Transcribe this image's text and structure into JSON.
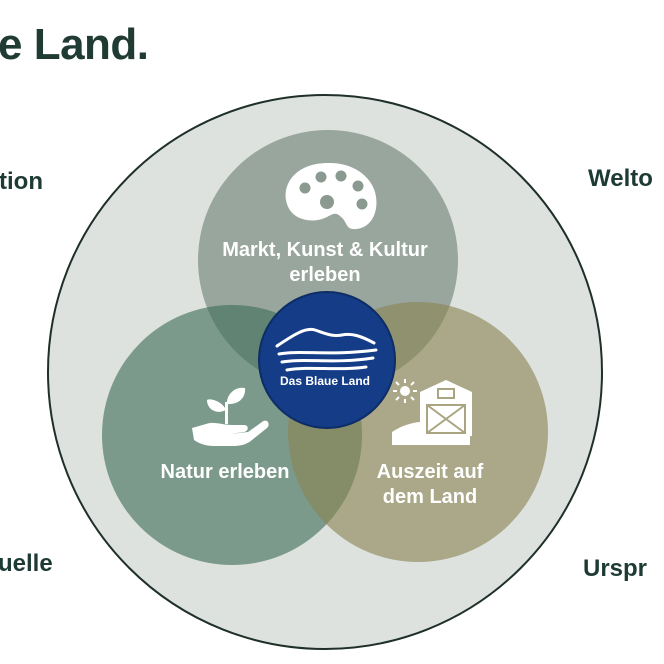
{
  "title": "e Land.",
  "side_labels": {
    "top_left": "tion",
    "top_right": "Welto",
    "bottom_left": "uelle",
    "bottom_right": "Urspr"
  },
  "circles": {
    "top": {
      "line1": "Markt, Kunst & Kultur",
      "line2": "erleben",
      "icon": "palette-icon"
    },
    "left": {
      "line1": "Natur erleben",
      "icon": "plant-in-hand-icon"
    },
    "right": {
      "line1": "Auszeit auf",
      "line2": "dem Land",
      "icon": "farm-barn-icon"
    }
  },
  "center_logo": {
    "text": "Das Blaue Land",
    "icon": "mountain-lake-logo"
  },
  "colors": {
    "title": "#1f3b34",
    "outer_circle": "#dde2df",
    "top_circle": "#8a9a90",
    "left_circle": "#6e8e7c",
    "right_circle": "#a9a580",
    "logo_blue": "#143c87"
  }
}
